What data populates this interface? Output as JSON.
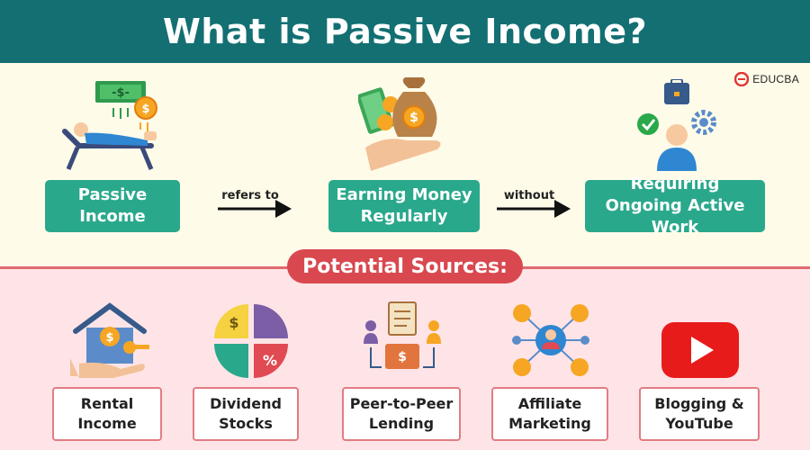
{
  "title": "What is Passive Income?",
  "brand": {
    "name": "EDUCBA",
    "color": "#e0373b"
  },
  "colors": {
    "header": "#136f72",
    "pill": "#2aa88c",
    "sources": "#d9484f"
  },
  "flow": {
    "steps": [
      {
        "label": "Passive Income"
      },
      {
        "label": "Earning Money Regularly"
      },
      {
        "label": "Requiring Ongoing Active Work"
      }
    ],
    "connectors": [
      "refers to",
      "without"
    ]
  },
  "sources": {
    "title": "Potential Sources:",
    "items": [
      {
        "label": "Rental Income",
        "icon": "house-key-icon"
      },
      {
        "label": "Dividend Stocks",
        "icon": "pie-chart-icon"
      },
      {
        "label": "Peer-to-Peer Lending",
        "icon": "lending-icon"
      },
      {
        "label": "Affiliate Marketing",
        "icon": "network-icon"
      },
      {
        "label": "Blogging & YouTube",
        "icon": "youtube-icon"
      }
    ]
  }
}
